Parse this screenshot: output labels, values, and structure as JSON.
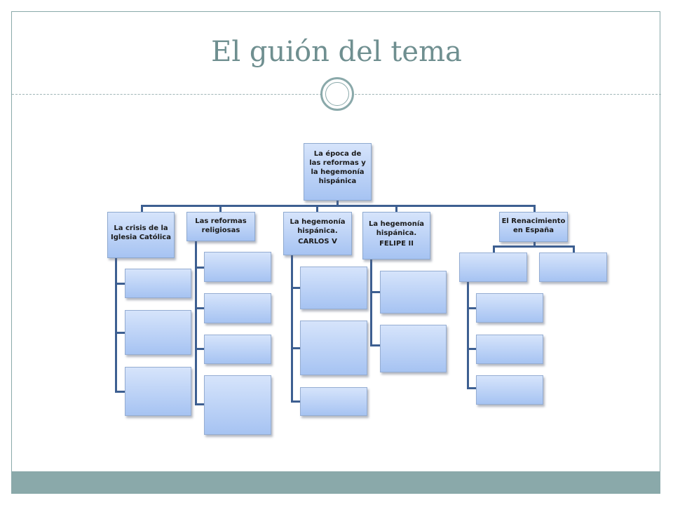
{
  "slide": {
    "title": "El guión del tema"
  },
  "diagram": {
    "root": {
      "label": "La época de las reformas y la hegemonía hispánica"
    },
    "branches": [
      {
        "label": "La crisis de la Iglesia Católica",
        "sublabel": ""
      },
      {
        "label": "Las reformas religiosas",
        "sublabel": ""
      },
      {
        "label": "La hegemonía hispánica.",
        "sublabel": "CARLOS V"
      },
      {
        "label": "La hegemonía hispánica.",
        "sublabel": "FELIPE II"
      },
      {
        "label": "El Renacimiento en España",
        "sublabel": ""
      }
    ],
    "colors": {
      "connector": "#3d5f91",
      "box_top": "#d6e4fb",
      "box_bottom": "#a6c3f2",
      "accent": "#8aa9aa"
    }
  }
}
